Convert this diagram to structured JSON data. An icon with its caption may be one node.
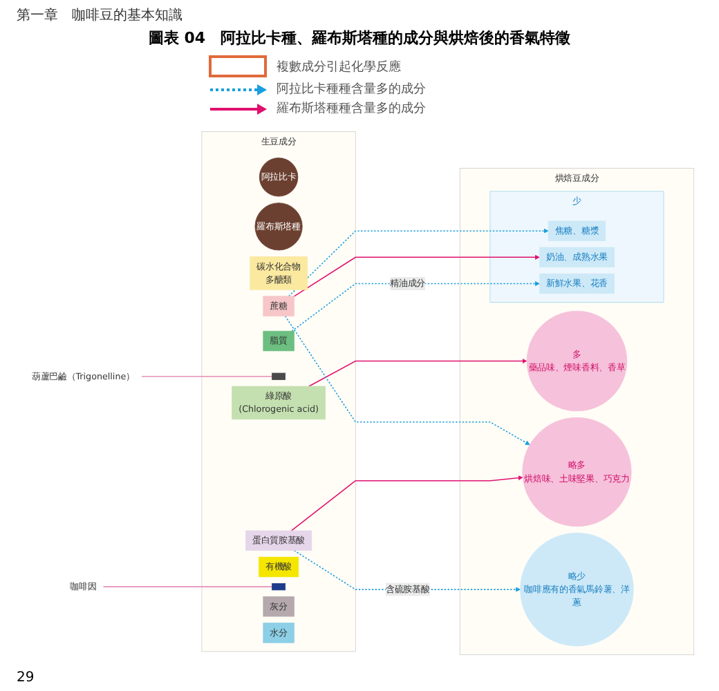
{
  "diagram": {
    "title": "圖表 04　阿拉比卡種、羅布斯塔種的成分與烘焙後的香氣特徵",
    "nodes": [
      {
        "text": [
          "生豆成分"
        ]
      },
      {
        "text": [
          "阿拉比卡"
        ],
        "in": 0
      },
      {
        "text": [
          "羅布斯塔種"
        ],
        "in": 0
      },
      {
        "text": [
          "碳水化合物",
          "多醣類"
        ],
        "in": 0
      },
      {
        "text": [
          "蔗糖"
        ],
        "in": 0
      },
      {
        "text": [
          "蛋白質胺基酸"
        ],
        "in": 0
      },
      {
        "text": [],
        "shape": "bar",
        "in": 0
      },
      {
        "text": [
          "綠原酸",
          "(Chlorogenic acid)"
        ],
        "in": 0
      },
      {
        "text": [
          "脂質"
        ],
        "in": 0
      },
      {
        "text": [
          "有機酸"
        ],
        "in": 0
      },
      {
        "text": [],
        "shape": "bar",
        "in": 0
      },
      {
        "text": [
          "灰分"
        ],
        "in": 0
      },
      {
        "text": [
          "水分"
        ],
        "in": 0
      },
      {
        "text": [
          "烘焙豆成分"
        ]
      },
      {
        "text": [
          "多",
          "藥品味、煙味香料、香草"
        ],
        "in": 13
      },
      {
        "text": [
          "略多",
          "烘焙味、土味堅果、巧克力"
        ],
        "in": 13
      },
      {
        "text": [
          "略少",
          "咖啡應有的香氣馬鈴薯、洋蔥"
        ],
        "in": 13
      },
      {
        "text": [
          "少"
        ],
        "in": 13
      },
      {
        "text": [
          "焦糖、糖漿"
        ],
        "in": 17
      },
      {
        "text": [
          "奶油、成熟水果"
        ],
        "in": 17
      },
      {
        "text": [
          "新鮮水果、花香"
        ],
        "in": 17
      },
      {
        "text": [
          "葫蘆巴鹼（Trigonelline）"
        ]
      },
      {
        "text": [
          "咖啡因"
        ]
      }
    ],
    "edges": [
      {
        "from": 21,
        "to": 6,
        "arrow": "none",
        "color": "#e58fb8"
      },
      {
        "from": 22,
        "to": 10,
        "arrow": "none",
        "color": "#e58fb8"
      },
      {
        "from": 7,
        "to": 14,
        "arrow": "to",
        "color": "#e0106e"
      },
      {
        "from": 5,
        "to": 15,
        "arrow": "to",
        "color": "#e0106e"
      },
      {
        "from": 4,
        "to": 15,
        "arrow": "to",
        "style": "dashed",
        "color": "#1a9ee0"
      },
      {
        "from": 5,
        "to": 16,
        "arrow": "to",
        "label": "含硫胺基酸",
        "style": "dashed",
        "color": "#1a9ee0"
      },
      {
        "from": 4,
        "to": 18,
        "arrow": "to",
        "style": "dashed",
        "color": "#1a9ee0"
      },
      {
        "from": 4,
        "to": 19,
        "arrow": "to",
        "color": "#e0106e"
      },
      {
        "from": 8,
        "to": 20,
        "arrow": "to",
        "label": "精油成分",
        "style": "dashed",
        "color": "#1a9ee0"
      }
    ],
    "labels": [
      "第一章　咖啡豆的基本知識",
      "29"
    ],
    "legend": [
      {
        "text": "複數成分引起化學反應"
      },
      {
        "text": "阿拉比卡種種含量多的成分"
      },
      {
        "text": "羅布斯塔種種含量多的成分"
      }
    ]
  }
}
